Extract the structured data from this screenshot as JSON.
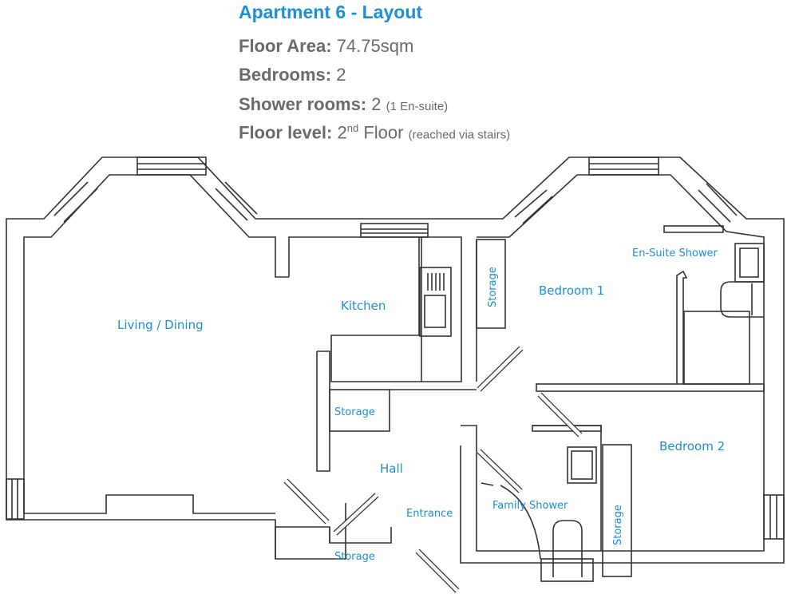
{
  "header": {
    "title": "Apartment 6 - Layout",
    "floor_area_label": "Floor Area:",
    "floor_area_value": "74.75sqm",
    "bedrooms_label": "Bedrooms:",
    "bedrooms_value": "2",
    "shower_label": "Shower rooms:",
    "shower_value": "2",
    "shower_note": "(1 En-suite)",
    "floor_level_label": "Floor level:",
    "floor_level_num": "2",
    "floor_level_sup": "nd",
    "floor_level_value": "Floor",
    "floor_level_note": "(reached via stairs)"
  },
  "rooms": {
    "living": "Living / Dining",
    "kitchen": "Kitchen",
    "storage_kitchen": "Storage",
    "storage_corridor": "Storage",
    "bedroom1": "Bedroom 1",
    "ensuite": "En-Suite Shower",
    "hall": "Hall",
    "storage_hall": "Storage",
    "entrance": "Entrance",
    "family_shower": "Family Shower",
    "storage_bed2": "Storage",
    "bedroom2": "Bedroom 2"
  },
  "colors": {
    "accent": "#1b8fd8",
    "text": "#6a6a6a",
    "wall": "#333333"
  }
}
